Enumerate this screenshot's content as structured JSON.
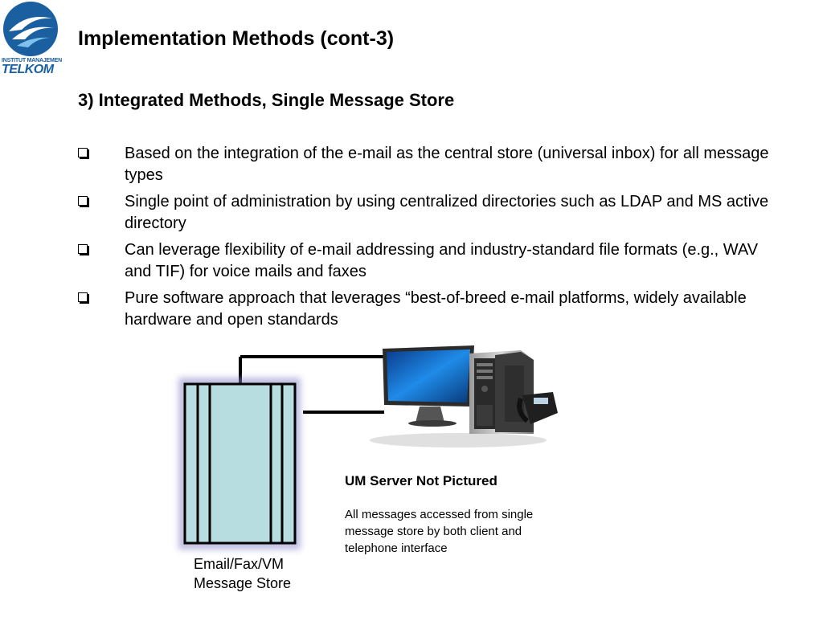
{
  "logo": {
    "top_text": "INSTITUT MANAJEMEN",
    "main_text": "TELKOM"
  },
  "slide": {
    "title": "Implementation Methods (cont-3)",
    "subtitle": "3) Integrated Methods, Single Message Store",
    "bullets": [
      "Based on the integration of the e-mail as the central store (universal inbox) for all message types",
      "Single point of administration by using centralized directories such as LDAP and MS active directory",
      "Can leverage flexibility of e-mail addressing and industry-standard file formats (e.g., WAV and TIF) for voice mails and faxes",
      "Pure software approach that leverages “best-of-breed e-mail platforms, widely available hardware and open standards"
    ]
  },
  "diagram": {
    "caption_title": "UM Server Not Pictured",
    "caption_text": "All messages accessed from single message store by both client and telephone interface",
    "store_label_line1": "Email/Fax/VM",
    "store_label_line2": "Message Store"
  },
  "colors": {
    "logo_blue": "#1a5fa0",
    "store_fill": "#b8dde0"
  }
}
